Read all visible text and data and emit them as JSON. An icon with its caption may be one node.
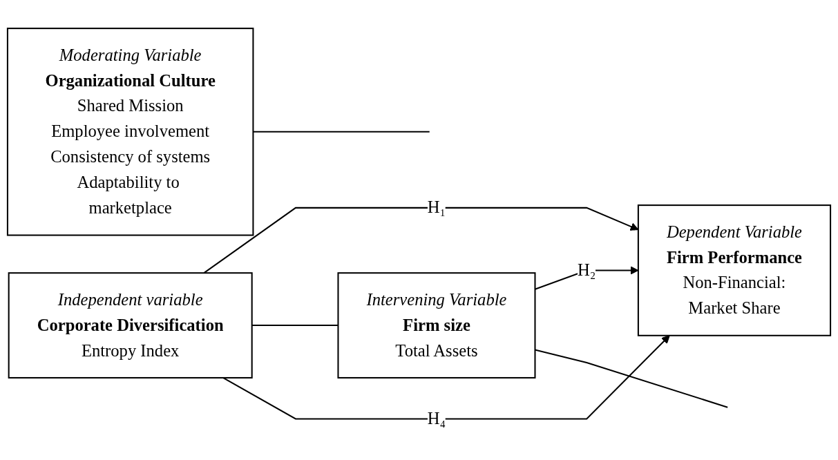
{
  "diagram": {
    "nodes": [
      {
        "text": [
          "Independent variable",
          "Corporate Diversification",
          "Entropy Index"
        ]
      },
      {
        "text": [
          "Intervening Variable",
          "Firm size",
          "Total Assets"
        ]
      },
      {
        "text": [
          "Dependent Variable",
          "Firm Performance",
          "Non-Financial:",
          "Market Share"
        ]
      },
      {
        "text": [
          "Moderating Variable",
          "Organizational Culture",
          "Shared Mission",
          "Employee involvement",
          "Consistency of systems",
          "Adaptability to marketplace"
        ]
      }
    ],
    "edges": [
      {
        "from": 0,
        "to": 2,
        "arrow": "to",
        "label": "H₁"
      },
      {
        "from": 0,
        "to": 1,
        "arrow": "none"
      },
      {
        "from": 1,
        "to": 2,
        "arrow": "to",
        "label": "H₂"
      },
      {
        "from": 0,
        "to": 2,
        "arrow": "to",
        "label": "H₄"
      },
      {
        "from": 1,
        "to": null,
        "arrow": "none"
      },
      {
        "from": 3,
        "to": null,
        "arrow": "none"
      }
    ]
  }
}
